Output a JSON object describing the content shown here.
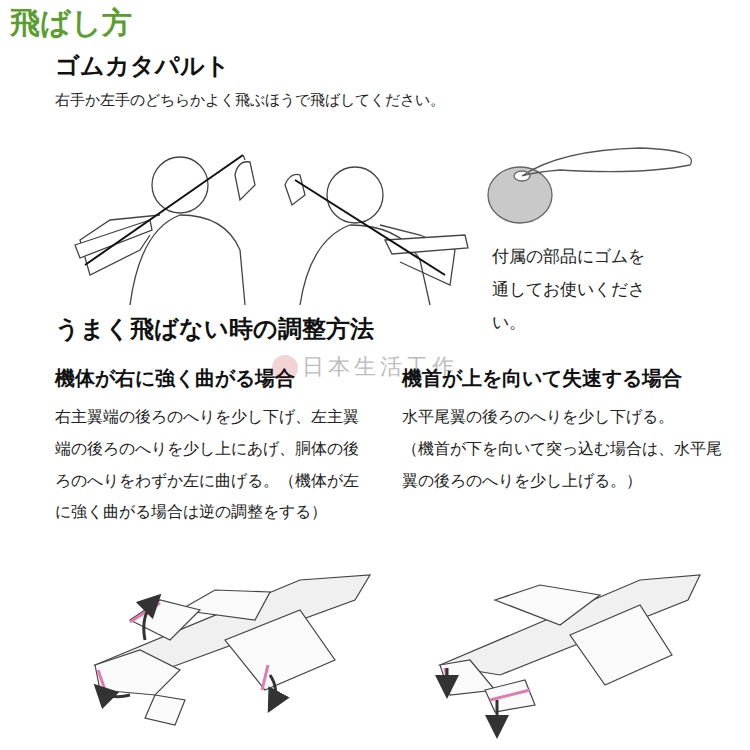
{
  "diagram": {
    "title": "飛ばし方",
    "labels": [
      "ゴムカタパルト",
      "右手か左手のどちらかよく飛ぶほうで飛ばしてください。",
      "付属の部品にゴムを通してお使いください。",
      "うまく飛ばない時の調整方法",
      "日本生活工作",
      "機体が右に強く曲がる場合",
      "右主翼端の後ろのへりを少し下げ、左主翼端の後ろのへりを少し上にあげ、胴体の後ろのへりをわずか左に曲げる。（機体が左に強く曲がる場合は逆の調整をする）",
      "機首が上を向いて失速する場合",
      "水平尾翼の後ろのへりを少し下げる。",
      "（機首が下を向いて突っ込む場合は、水平尾翼の後ろのへりを少し上げる。）"
    ]
  }
}
